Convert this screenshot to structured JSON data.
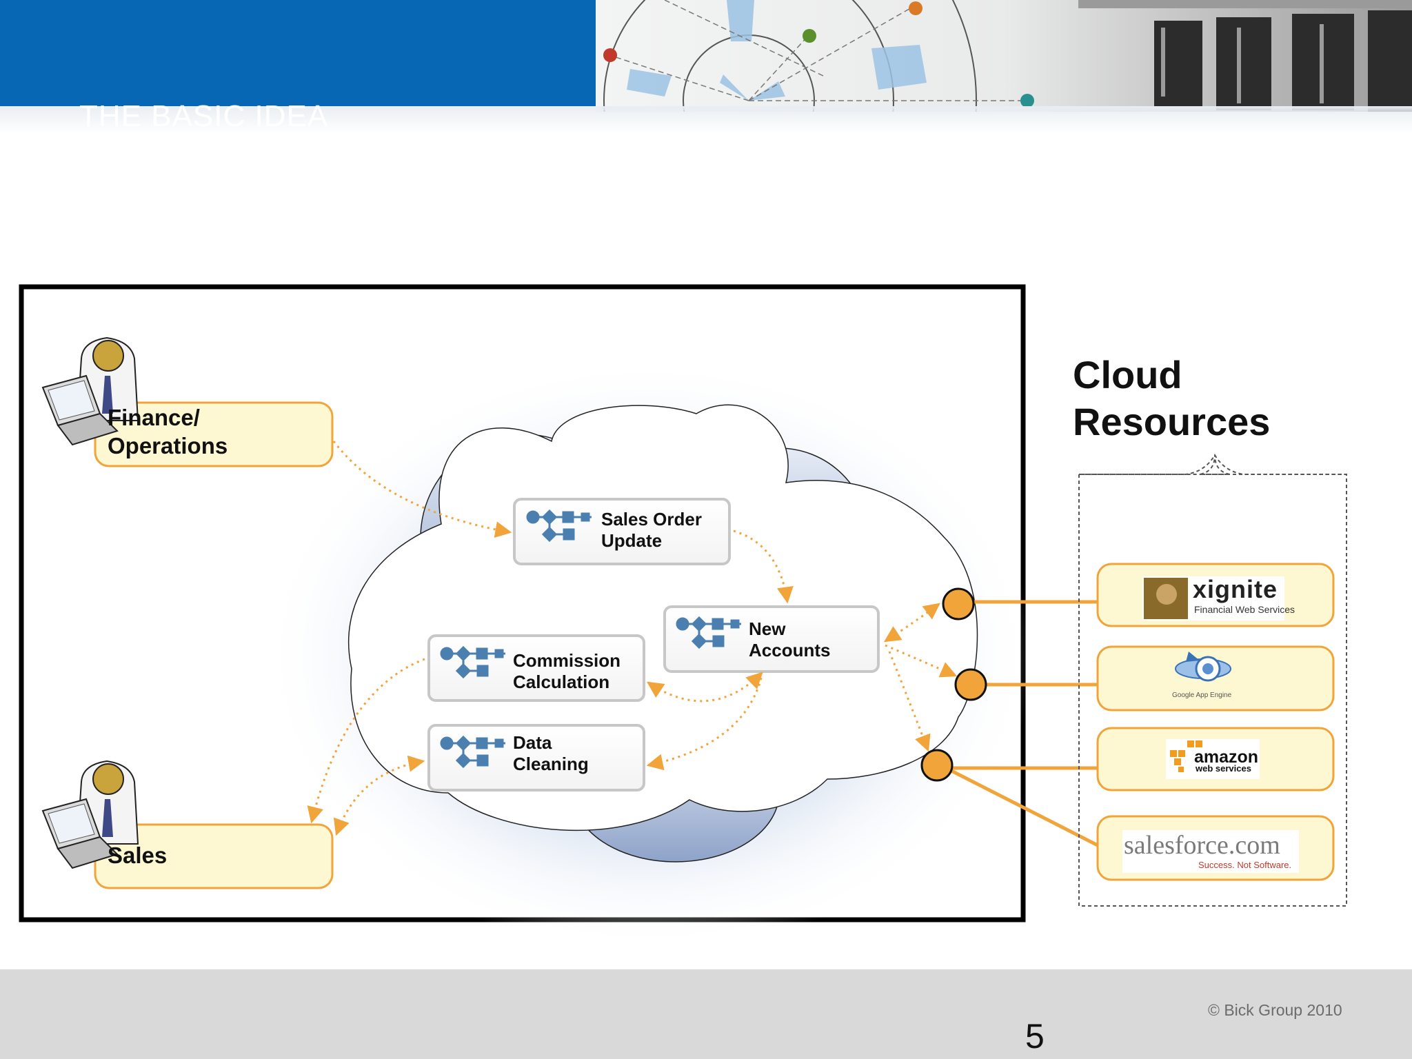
{
  "slide": {
    "title": "THE BASIC IDEA",
    "page_number": "5",
    "copyright": "© Bick Group 2010"
  },
  "actors": {
    "finance": {
      "line1": "Finance/",
      "line2": "Operations"
    },
    "sales": {
      "label": "Sales"
    }
  },
  "processes": {
    "sales_order": {
      "line1": "Sales Order",
      "line2": "Update"
    },
    "new_accounts": {
      "line1": "New",
      "line2": "Accounts"
    },
    "commission": {
      "line1": "Commission",
      "line2": "Calculation"
    },
    "data_cleaning": {
      "line1": "Data",
      "line2": "Cleaning"
    }
  },
  "cloud_resources": {
    "title_line1": "Cloud",
    "title_line2": "Resources",
    "providers": {
      "xignite": {
        "name": "xignite",
        "tagline": "Financial Web Services"
      },
      "google": {
        "name": "Google App Engine"
      },
      "amazon": {
        "name": "amazon",
        "tagline": "web services"
      },
      "salesforce": {
        "name": "salesforce.com",
        "tagline": "Success. Not Software."
      }
    }
  },
  "colors": {
    "header_blue": "#0767b5",
    "accent_orange": "#f0a43a",
    "box_fill": "#fdf8d2",
    "footer_gray": "#d9d9d9"
  }
}
